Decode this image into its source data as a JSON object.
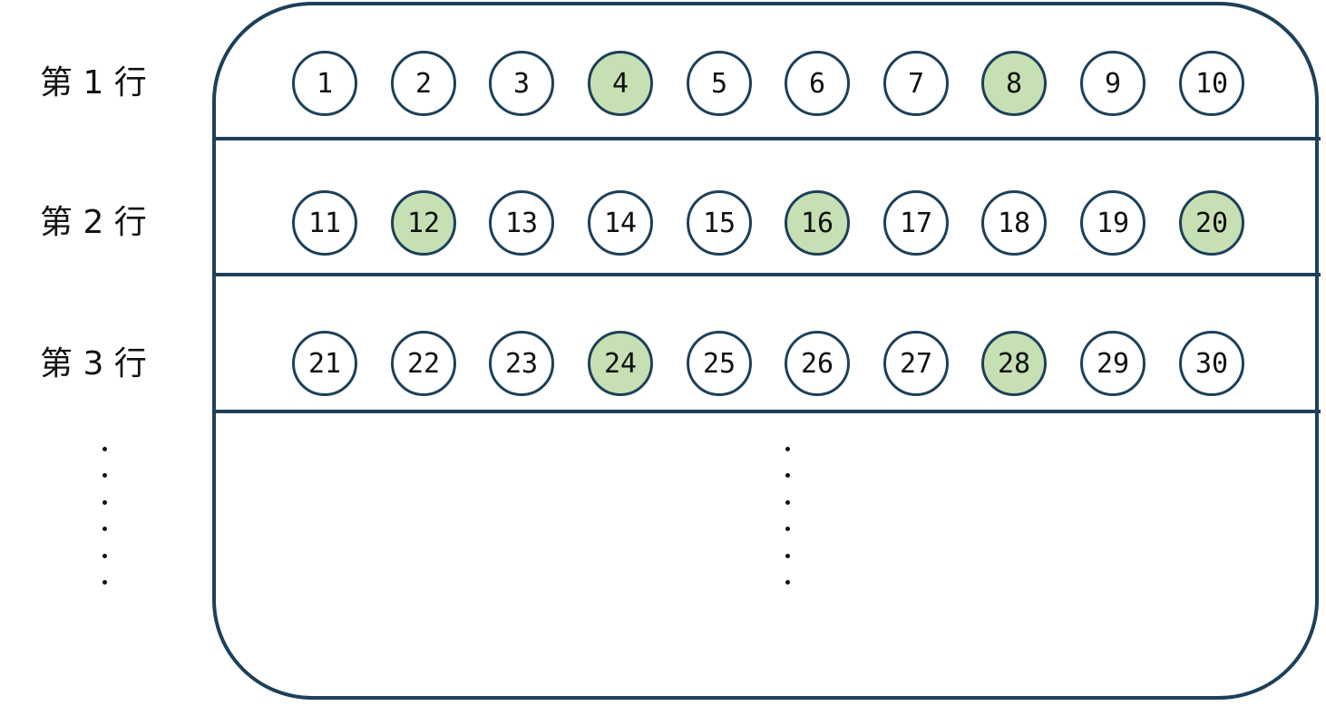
{
  "rows": [
    {
      "label": "第 1 行",
      "cells": [
        {
          "n": "1",
          "highlight": false
        },
        {
          "n": "2",
          "highlight": false
        },
        {
          "n": "3",
          "highlight": false
        },
        {
          "n": "4",
          "highlight": true
        },
        {
          "n": "5",
          "highlight": false
        },
        {
          "n": "6",
          "highlight": false
        },
        {
          "n": "7",
          "highlight": false
        },
        {
          "n": "8",
          "highlight": true
        },
        {
          "n": "9",
          "highlight": false
        },
        {
          "n": "10",
          "highlight": false
        }
      ]
    },
    {
      "label": "第 2 行",
      "cells": [
        {
          "n": "11",
          "highlight": false
        },
        {
          "n": "12",
          "highlight": true
        },
        {
          "n": "13",
          "highlight": false
        },
        {
          "n": "14",
          "highlight": false
        },
        {
          "n": "15",
          "highlight": false
        },
        {
          "n": "16",
          "highlight": true
        },
        {
          "n": "17",
          "highlight": false
        },
        {
          "n": "18",
          "highlight": false
        },
        {
          "n": "19",
          "highlight": false
        },
        {
          "n": "20",
          "highlight": true
        }
      ]
    },
    {
      "label": "第 3 行",
      "cells": [
        {
          "n": "21",
          "highlight": false
        },
        {
          "n": "22",
          "highlight": false
        },
        {
          "n": "23",
          "highlight": false
        },
        {
          "n": "24",
          "highlight": true
        },
        {
          "n": "25",
          "highlight": false
        },
        {
          "n": "26",
          "highlight": false
        },
        {
          "n": "27",
          "highlight": false
        },
        {
          "n": "28",
          "highlight": true
        },
        {
          "n": "29",
          "highlight": false
        },
        {
          "n": "30",
          "highlight": false
        }
      ]
    }
  ],
  "colors": {
    "border": "#1d4059",
    "highlight_fill": "#c6e0b4",
    "normal_fill": "#ffffff",
    "text": "#111111"
  }
}
